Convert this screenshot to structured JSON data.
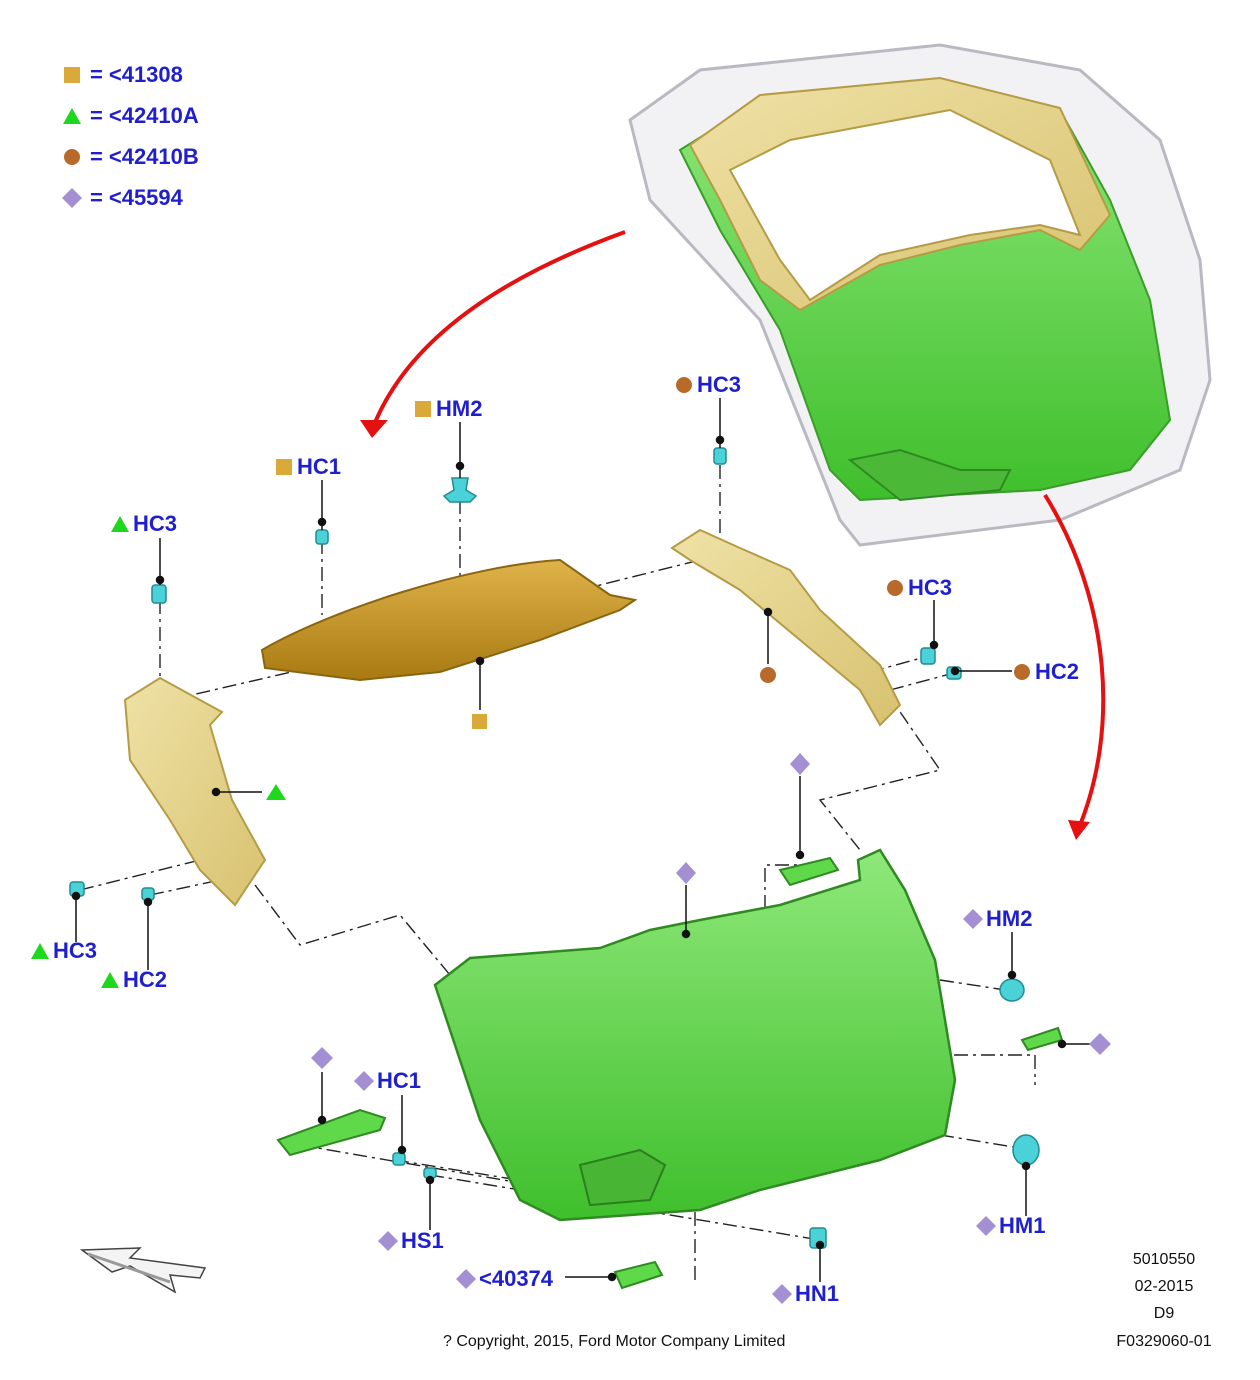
{
  "legend": [
    {
      "symbol": "square",
      "eq": "=",
      "code": "<41308"
    },
    {
      "symbol": "triangle",
      "eq": "=",
      "code": "<42410A"
    },
    {
      "symbol": "circle",
      "eq": "=",
      "code": "<42410B"
    },
    {
      "symbol": "diamond",
      "eq": "=",
      "code": "<45594"
    }
  ],
  "colors": {
    "square": "#d9a93a",
    "triangle": "#1ed81e",
    "circle": "#b86a2a",
    "diamond": "#a38fd1",
    "label": "#1f1fcf",
    "green_part": "#5fd84a",
    "tan_part": "#e8d68f",
    "gold_part": "#c9971f",
    "arrow": "#e51010",
    "clip": "#4ad2d8"
  },
  "callouts": {
    "hm2_top": "HM2",
    "hc1_top": "HC1",
    "hc3_left_top": "HC3",
    "hc3_mid_top": "HC3",
    "hc3_right": "HC3",
    "hc2_right": "HC2",
    "hc3_left_bottom": "HC3",
    "hc2_left_bottom": "HC2",
    "hm2_right": "HM2",
    "hc1_bottom": "HC1",
    "hs1": "HS1",
    "part_40374": "<40374",
    "hn1": "HN1",
    "hm1": "HM1"
  },
  "footer": {
    "copyright": "? Copyright, 2015, Ford Motor Company Limited",
    "doc_number": "5010550",
    "date": "02-2015",
    "code": "D9",
    "figure_id": "F0329060-01"
  }
}
